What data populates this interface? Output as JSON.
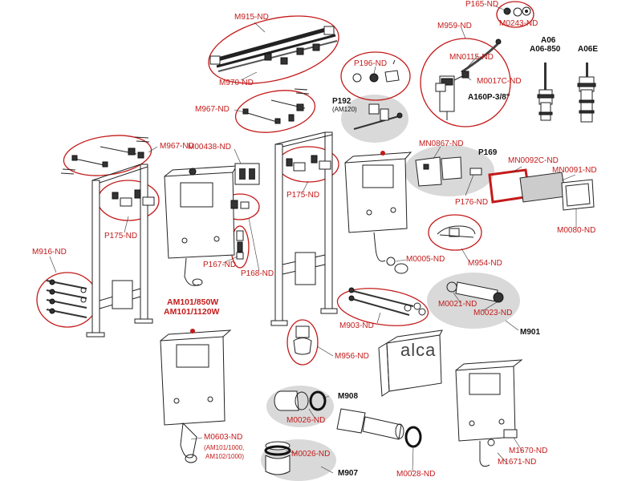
{
  "diagram": {
    "labels": {
      "m915": "M915-ND",
      "m970": "M970-ND",
      "p165": "P165-ND",
      "m0243": "M0243-ND",
      "m959": "M959-ND",
      "mn0115": "MN0115-ND",
      "m0017c": "M0017C-ND",
      "a160p": "A160P-3/8\"",
      "a06": "A06",
      "a06_850": "A06-850",
      "a06e": "A06E",
      "p196": "P196-ND",
      "p192": "P192",
      "p192_sub": "(AM120)",
      "m967_top": "M967-ND",
      "m967_left": "M967-ND",
      "m00438": "M00438-ND",
      "mn0867": "MN0867-ND",
      "p169": "P169",
      "mn0092c": "MN0092C-ND",
      "mn0091": "MN0091-ND",
      "p176": "P176-ND",
      "p175_left": "P175-ND",
      "p175_mid": "P175-ND",
      "m0080": "M0080-ND",
      "m916": "M916-ND",
      "p167": "P167-ND",
      "p168": "P168-ND",
      "m954": "M954-ND",
      "m0005": "M0005-ND",
      "am_line1": "AM101/850W",
      "am_line2": "AM101/1120W",
      "m0021": "M0021-ND",
      "m0023": "M0023-ND",
      "m903": "M903-ND",
      "m901": "M901",
      "m956": "M956-ND",
      "alca": "alca",
      "m908": "M908",
      "m0026_top": "M0026-ND",
      "m0026_bot": "M0026-ND",
      "m907": "M907",
      "m0603": "M0603-ND",
      "m0603_sub1": "(AM101/1000,",
      "m0603_sub2": "AM102/1000)",
      "m0028": "M0028-ND",
      "m1670": "M1670-ND",
      "m1671": "M1671-ND"
    }
  }
}
